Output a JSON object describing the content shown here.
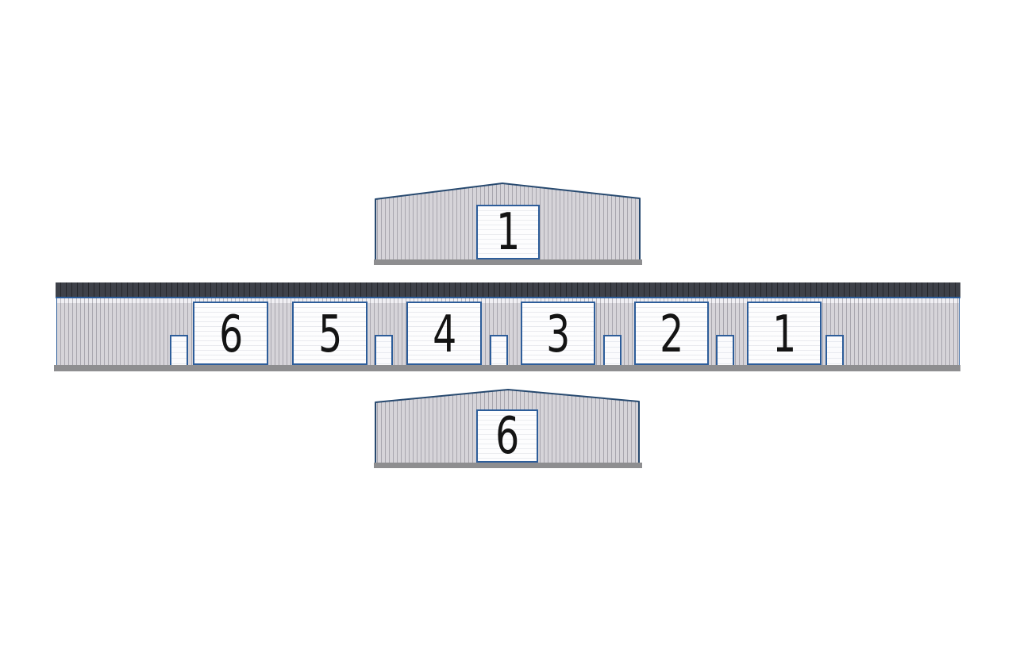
{
  "drawing": {
    "top_building": {
      "door_label": "1"
    },
    "main_building": {
      "units": [
        "6",
        "5",
        "4",
        "3",
        "2",
        "1"
      ]
    },
    "bottom_building": {
      "door_label": "6"
    },
    "colors": {
      "wall_gray": "#d6d4d9",
      "wall_rib": "#a8a6ae",
      "roof_charcoal": "#3e4149",
      "roof_seam": "#25272c",
      "door_outline_blue": "#2d5d9a",
      "roofline_navy": "#27496f",
      "foundation_gray": "#8e8e90",
      "door_white": "#fdfdfe",
      "number_black": "#141414",
      "background": "#ffffff"
    }
  }
}
